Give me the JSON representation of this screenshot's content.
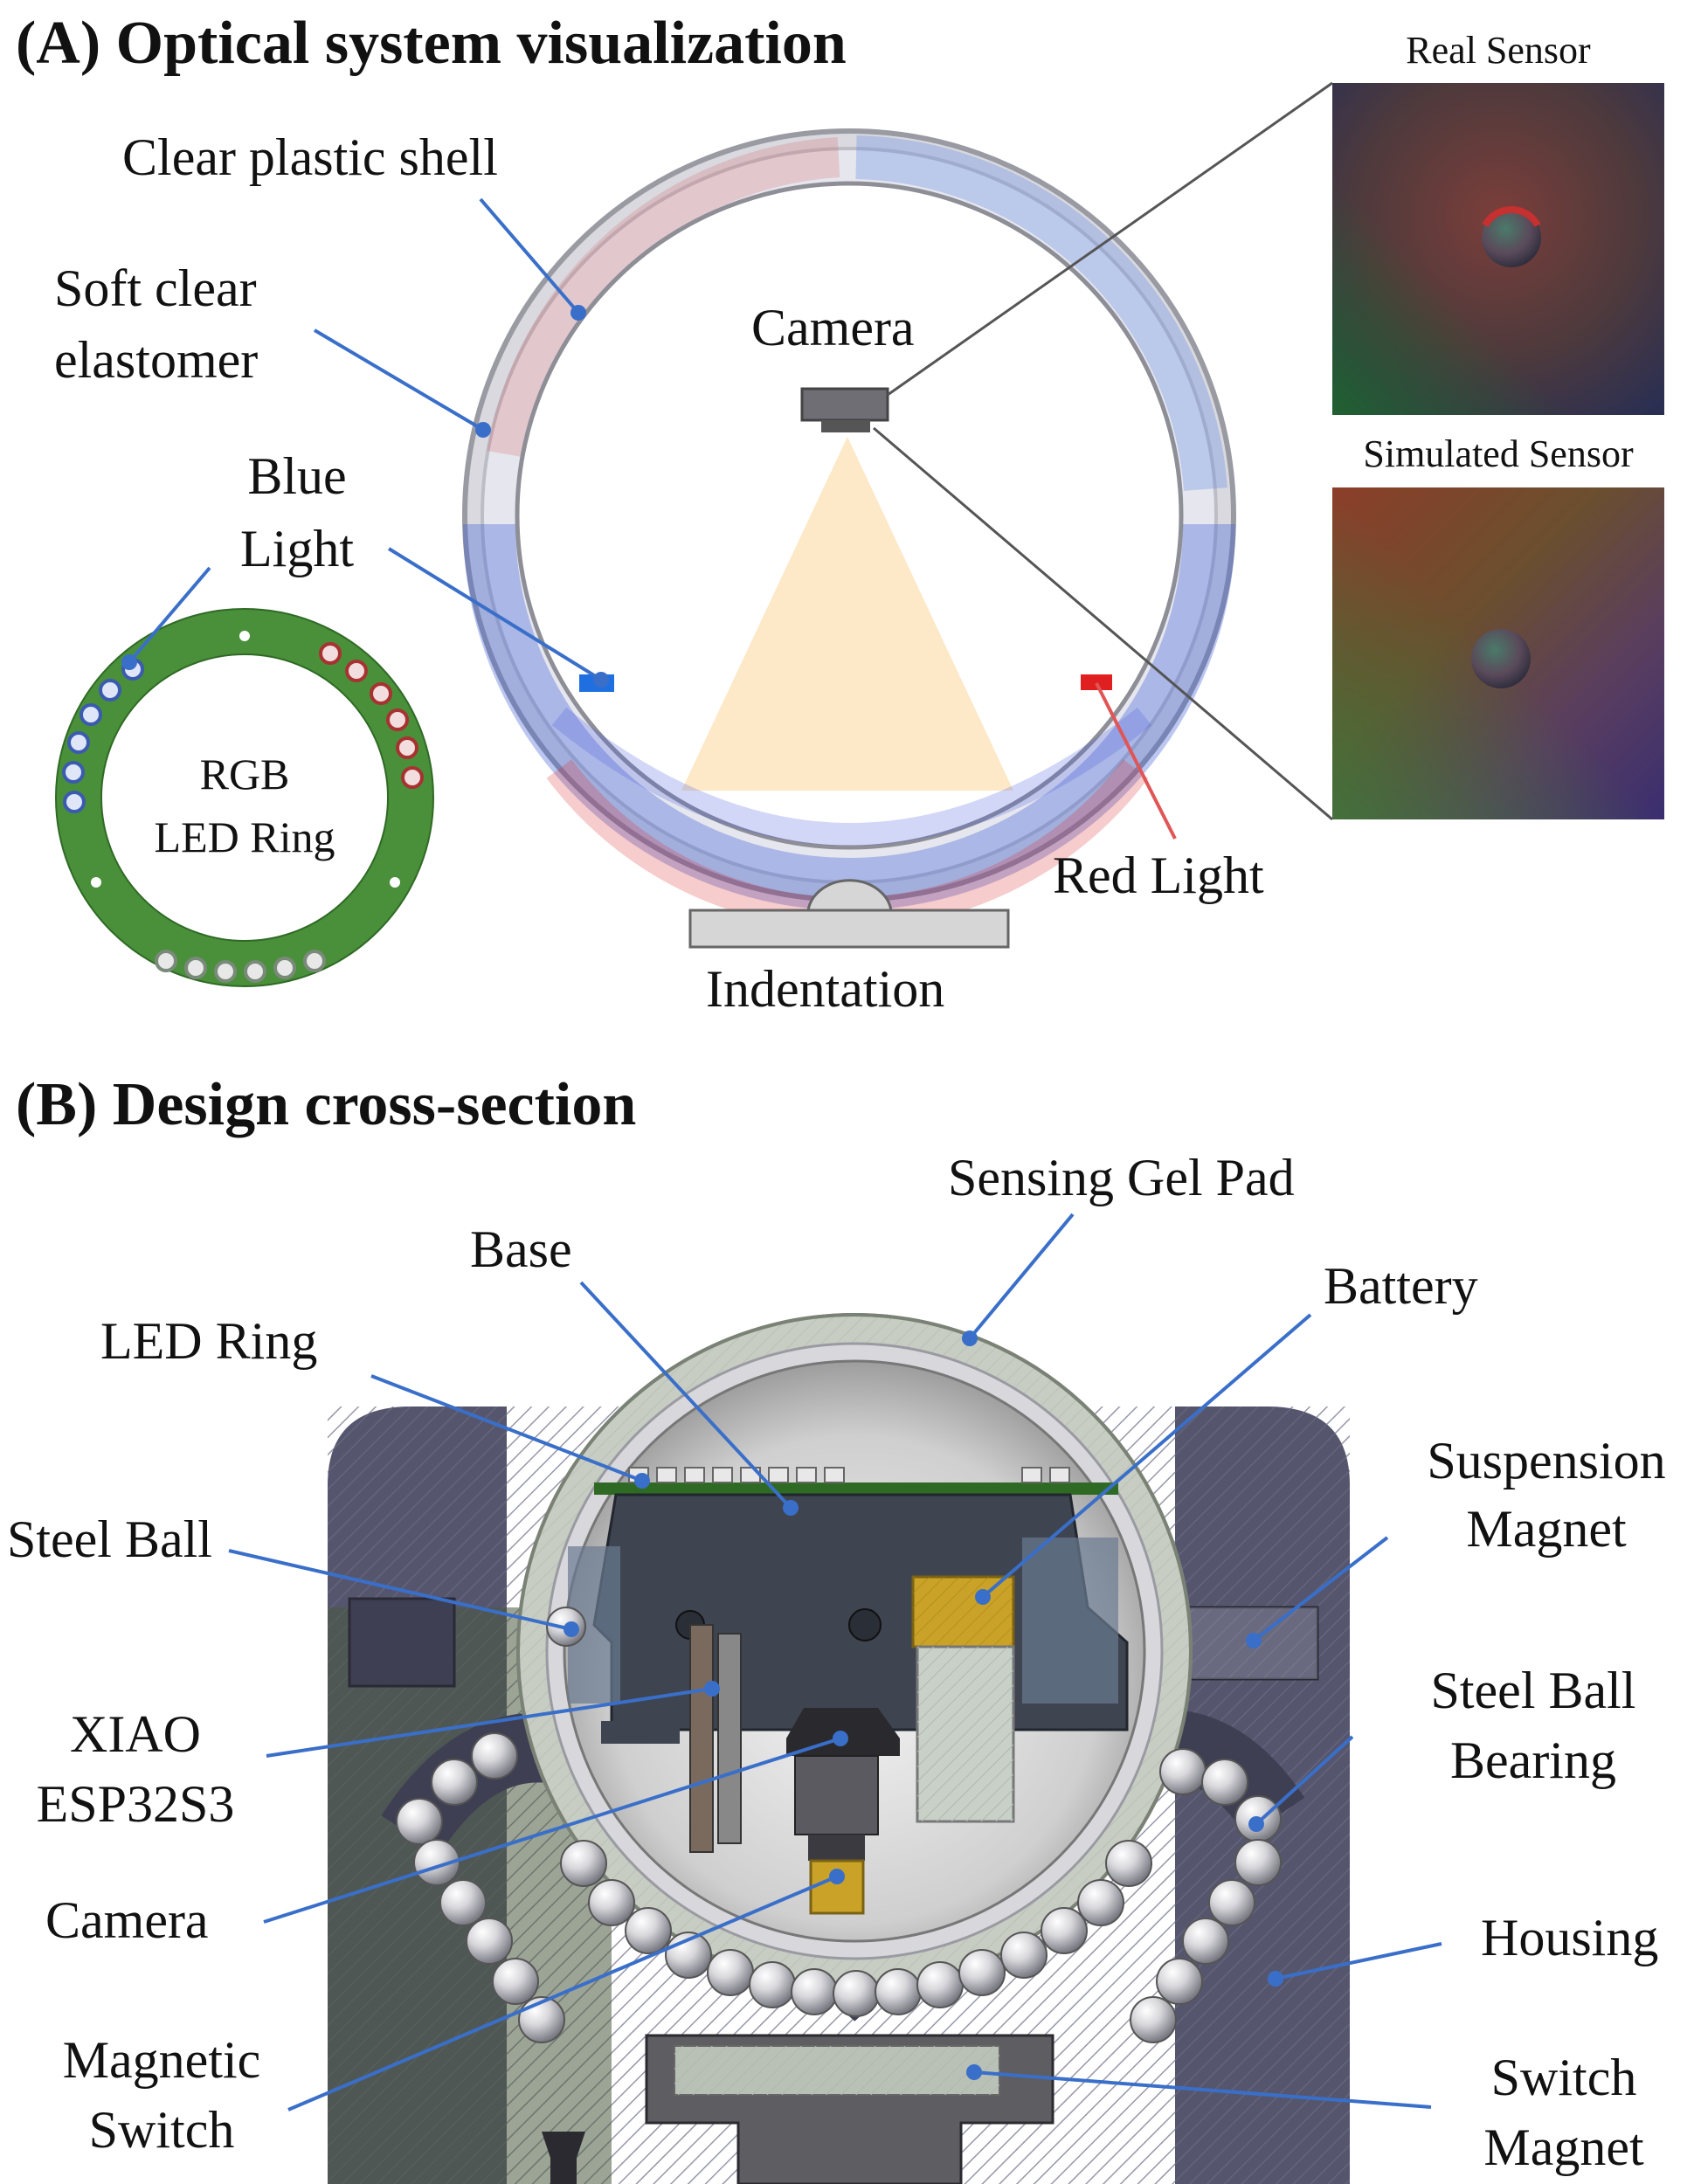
{
  "panel_a": {
    "title": "(A) Optical system visualization",
    "labels": {
      "clear_shell": "Clear plastic shell",
      "soft_elastomer_1": "Soft clear",
      "soft_elastomer_2": "elastomer",
      "camera": "Camera",
      "blue_light_1": "Blue",
      "blue_light_2": "Light",
      "red_light": "Red Light",
      "indentation": "Indentation",
      "rgb_ring_1": "RGB",
      "rgb_ring_2": "LED Ring",
      "real_sensor": "Real Sensor",
      "simulated_sensor": "Simulated Sensor"
    }
  },
  "panel_b": {
    "title": "(B) Design cross-section",
    "labels": {
      "sensing_gel_pad": "Sensing Gel Pad",
      "base": "Base",
      "battery": "Battery",
      "led_ring": "LED Ring",
      "suspension_magnet_1": "Suspension",
      "suspension_magnet_2": "Magnet",
      "steel_ball": "Steel Ball",
      "steel_ball_bearing_1": "Steel Ball",
      "steel_ball_bearing_2": "Bearing",
      "xiao_1": "XIAO",
      "xiao_2": "ESP32S3",
      "camera": "Camera",
      "housing": "Housing",
      "magnetic_switch_1": "Magnetic",
      "magnetic_switch_2": "Switch",
      "switch_magnet_1": "Switch",
      "switch_magnet_2": "Magnet"
    }
  },
  "colors": {
    "leader_line": "#3a6fc9",
    "pcb_green": "#4a8f3a",
    "housing": "#55566e",
    "gold": "#c9a227",
    "red_light": "#e02020",
    "blue_light": "#1f6fe0"
  }
}
